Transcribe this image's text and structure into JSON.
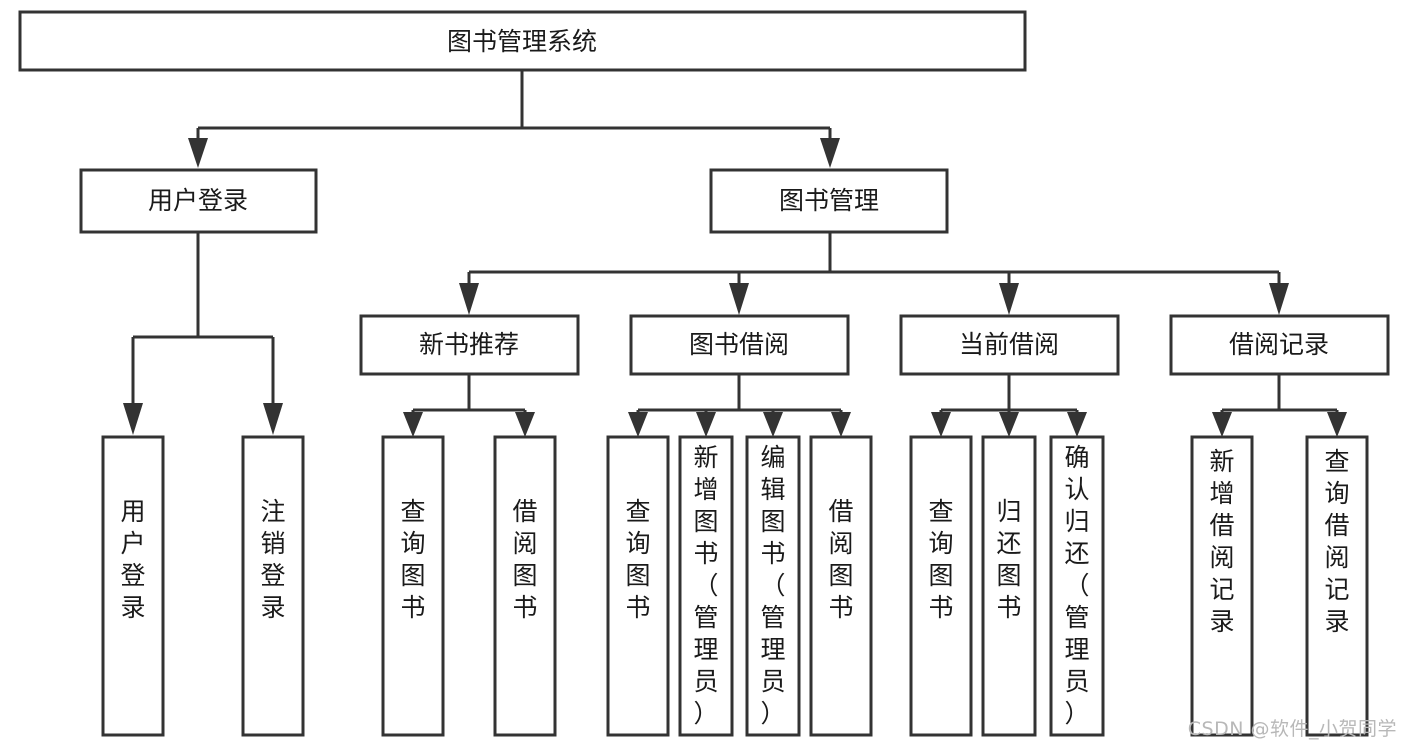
{
  "diagram": {
    "type": "tree-hierarchy",
    "title": "图书管理系统",
    "watermark": "CSDN @软件_小贺同学",
    "colors": {
      "stroke": "#333333",
      "fill": "#ffffff",
      "text": "#1a1a1a",
      "watermark": "#b8b8b8"
    },
    "levels": [
      {
        "level": 1,
        "nodes": [
          {
            "id": "root",
            "label": "图书管理系统",
            "orientation": "horizontal"
          }
        ]
      },
      {
        "level": 2,
        "nodes": [
          {
            "id": "login",
            "label": "用户登录",
            "orientation": "horizontal",
            "parent": "root"
          },
          {
            "id": "bookmgr",
            "label": "图书管理",
            "orientation": "horizontal",
            "parent": "root"
          }
        ]
      },
      {
        "level": 3,
        "nodes": [
          {
            "id": "newbook",
            "label": "新书推荐",
            "orientation": "horizontal",
            "parent": "bookmgr"
          },
          {
            "id": "borrow",
            "label": "图书借阅",
            "orientation": "horizontal",
            "parent": "bookmgr"
          },
          {
            "id": "current",
            "label": "当前借阅",
            "orientation": "horizontal",
            "parent": "bookmgr"
          },
          {
            "id": "record",
            "label": "借阅记录",
            "orientation": "horizontal",
            "parent": "bookmgr"
          }
        ]
      },
      {
        "level": 4,
        "nodes": [
          {
            "id": "leaf1",
            "label": "用户登录",
            "orientation": "vertical",
            "parent": "login"
          },
          {
            "id": "leaf2",
            "label": "注销登录",
            "orientation": "vertical",
            "parent": "login"
          },
          {
            "id": "leaf3",
            "label": "查询图书",
            "orientation": "vertical",
            "parent": "newbook"
          },
          {
            "id": "leaf4",
            "label": "借阅图书",
            "orientation": "vertical",
            "parent": "newbook"
          },
          {
            "id": "leaf5",
            "label": "查询图书",
            "orientation": "vertical",
            "parent": "borrow"
          },
          {
            "id": "leaf6",
            "label": "新增图书（管理员）",
            "orientation": "vertical",
            "parent": "borrow"
          },
          {
            "id": "leaf7",
            "label": "编辑图书（管理员）",
            "orientation": "vertical",
            "parent": "borrow"
          },
          {
            "id": "leaf8",
            "label": "借阅图书",
            "orientation": "vertical",
            "parent": "borrow"
          },
          {
            "id": "leaf9",
            "label": "查询图书",
            "orientation": "vertical",
            "parent": "current"
          },
          {
            "id": "leaf10",
            "label": "归还图书",
            "orientation": "vertical",
            "parent": "current"
          },
          {
            "id": "leaf11",
            "label": "确认归还（管理员）",
            "orientation": "vertical",
            "parent": "current"
          },
          {
            "id": "leaf12",
            "label": "新增借阅记录",
            "orientation": "vertical",
            "parent": "record"
          },
          {
            "id": "leaf13",
            "label": "查询借阅记录",
            "orientation": "vertical",
            "parent": "record"
          }
        ]
      }
    ]
  }
}
